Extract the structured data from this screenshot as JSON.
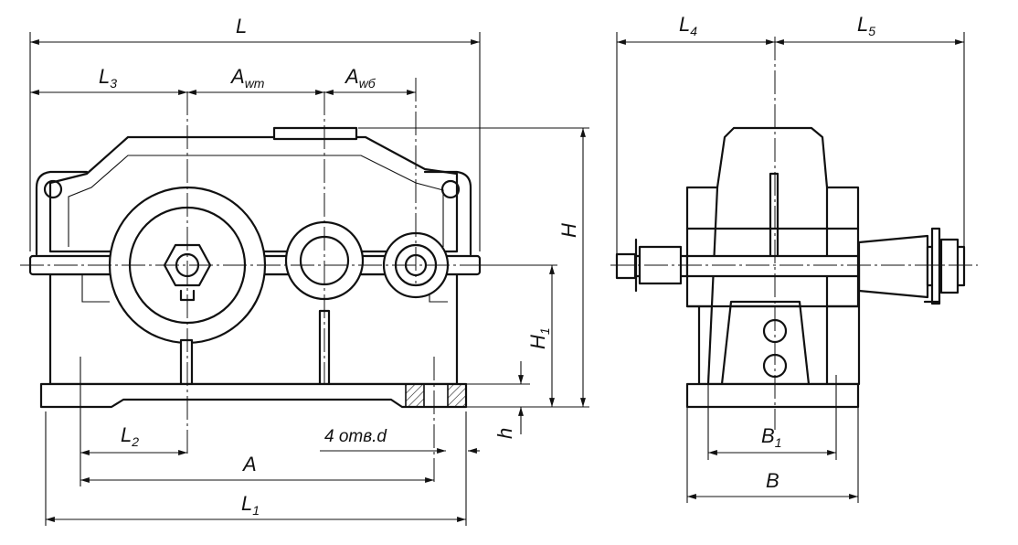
{
  "labels": {
    "L": {
      "main": "L",
      "sub": ""
    },
    "L3": {
      "main": "L",
      "sub": "3"
    },
    "Awt": {
      "main": "A",
      "sub": "wт"
    },
    "Awb": {
      "main": "A",
      "sub": "wб"
    },
    "H": {
      "main": "H",
      "sub": ""
    },
    "H1": {
      "main": "H",
      "sub": "1"
    },
    "h": {
      "main": "h",
      "sub": ""
    },
    "L2": {
      "main": "L",
      "sub": "2"
    },
    "holes": "4 отв.d",
    "A": {
      "main": "A",
      "sub": ""
    },
    "L1": {
      "main": "L",
      "sub": "1"
    },
    "L4": {
      "main": "L",
      "sub": "4"
    },
    "L5": {
      "main": "L",
      "sub": "5"
    },
    "B1": {
      "main": "B",
      "sub": "1"
    },
    "B": {
      "main": "B",
      "sub": ""
    }
  }
}
